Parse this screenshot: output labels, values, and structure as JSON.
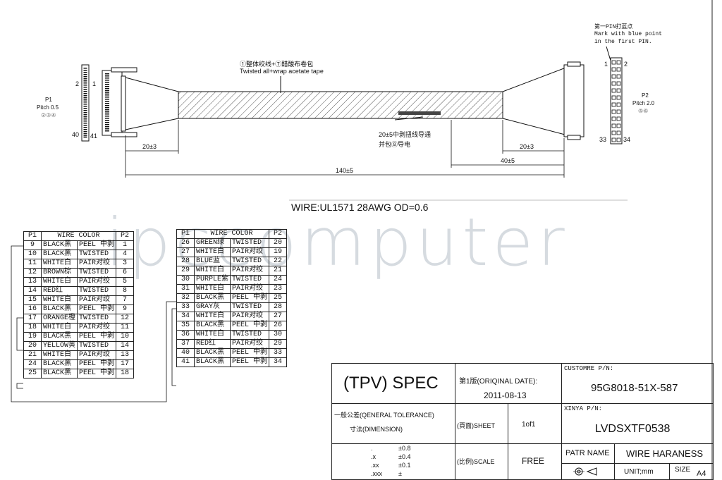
{
  "notes": {
    "twist_cn": "①整体绞线+⑦醋酸布卷包",
    "twist_en": "Twisted all+wrap acetate tape",
    "pin_mark_cn": "第一PIN打蓝点",
    "pin_mark_en1": "Mark with blue point",
    "pin_mark_en2": "in the first PIN.",
    "middle_cn1": "20±5中剥扭线导通",
    "middle_cn2": "并包⑧导电"
  },
  "p1": {
    "name": "P1",
    "pitch": "Pitch 0.5",
    "parts": "②③④",
    "pin_top_a": "2",
    "pin_top_b": "1",
    "pin_bot_a": "40",
    "pin_bot_b": "41"
  },
  "p2": {
    "name": "P2",
    "pitch": "Pitch 2.0",
    "parts": "⑤⑥",
    "pin_top_a": "1",
    "pin_top_b": "2",
    "pin_bot_a": "33",
    "pin_bot_b": "34"
  },
  "dims": {
    "left_strip": "20±3",
    "right_strip": "20±3",
    "right_40": "40±5",
    "total": "140±5"
  },
  "wire_spec": "WIRE:UL1571 28AWG OD=0.6",
  "watermark": "ipccomputer",
  "table_header": {
    "p1": "P1",
    "color": "WIRE COLOR",
    "p2": "P2"
  },
  "left_rows": [
    {
      "p1": "9",
      "color": "BLACK黑",
      "type": "PEEL 中剥",
      "p2": "1"
    },
    {
      "p1": "10",
      "color": "BLACK黑",
      "type": "TWISTED",
      "p2": "4"
    },
    {
      "p1": "11",
      "color": "WHITE白",
      "type": "PAIR对绞",
      "p2": "3"
    },
    {
      "p1": "12",
      "color": "BROWN棕",
      "type": "TWISTED",
      "p2": "6"
    },
    {
      "p1": "13",
      "color": "WHITE白",
      "type": "PAIR对绞",
      "p2": "5"
    },
    {
      "p1": "14",
      "color": "RED红",
      "type": "TWISTED",
      "p2": "8"
    },
    {
      "p1": "15",
      "color": "WHITE白",
      "type": "PAIR对绞",
      "p2": "7"
    },
    {
      "p1": "16",
      "color": "BLACK黑",
      "type": "PEEL 中剥",
      "p2": "9"
    },
    {
      "p1": "17",
      "color": "ORANGE橙",
      "type": "TWISTED",
      "p2": "12"
    },
    {
      "p1": "18",
      "color": "WHITE白",
      "type": "PAIR对绞",
      "p2": "11"
    },
    {
      "p1": "19",
      "color": "BLACK黑",
      "type": "PEEL 中剥",
      "p2": "10"
    },
    {
      "p1": "20",
      "color": "YELLOW黄",
      "type": "TWISTED",
      "p2": "14"
    },
    {
      "p1": "21",
      "color": "WHITE白",
      "type": "PAIR对绞",
      "p2": "13"
    },
    {
      "p1": "24",
      "color": "BLACK黑",
      "type": "PEEL 中剥",
      "p2": "17"
    },
    {
      "p1": "25",
      "color": "BLACK黑",
      "type": "PEEL 中剥",
      "p2": "18"
    }
  ],
  "right_rows": [
    {
      "p1": "26",
      "color": "GREEN绿",
      "type": "TWISTED",
      "p2": "20"
    },
    {
      "p1": "27",
      "color": "WHITE白",
      "type": "PAIR对绞",
      "p2": "19"
    },
    {
      "p1": "28",
      "color": "BLUE蓝",
      "type": "TWISTED",
      "p2": "22"
    },
    {
      "p1": "29",
      "color": "WHITE白",
      "type": "PAIR对绞",
      "p2": "21"
    },
    {
      "p1": "30",
      "color": "PURPLE紫",
      "type": "TWISTED",
      "p2": "24"
    },
    {
      "p1": "31",
      "color": "WHITE白",
      "type": "PAIR对绞",
      "p2": "23"
    },
    {
      "p1": "32",
      "color": "BLACK黑",
      "type": "PEEL 中剥",
      "p2": "25"
    },
    {
      "p1": "33",
      "color": "GRAY灰",
      "type": "TWISTED",
      "p2": "28"
    },
    {
      "p1": "34",
      "color": "WHITE白",
      "type": "PAIR对绞",
      "p2": "27"
    },
    {
      "p1": "35",
      "color": "BLACK黑",
      "type": "PEEL 中剥",
      "p2": "26"
    },
    {
      "p1": "36",
      "color": "WHITE白",
      "type": "TWISTED",
      "p2": "30"
    },
    {
      "p1": "37",
      "color": "RED红",
      "type": "PAIR对绞",
      "p2": "29"
    },
    {
      "p1": "40",
      "color": "BLACK黑",
      "type": "PEEL 中剥",
      "p2": "33"
    },
    {
      "p1": "41",
      "color": "BLACK黑",
      "type": "PEEL 中剥",
      "p2": "34"
    }
  ],
  "title_block": {
    "spec": "(TPV) SPEC",
    "version_label": "第1版(ORIQINAL DATE):",
    "date": "2011-08-13",
    "customer_pn_label": "CUSTOMRE P/N:",
    "customer_pn": "95G8018-51X-587",
    "tolerance_label1": "一般公差(QENERAL TOLERANCE)",
    "tolerance_label2": "寸法(DIMENSION)",
    "sheet_label": "(頁面)SHEET",
    "sheet_value": "1of1",
    "xinya_pn_label": "XINYA P/N:",
    "xinya_pn": "LVDSXTF0538",
    "tol_rows": [
      {
        "k": ".",
        "v": "±0.8"
      },
      {
        "k": ".x",
        "v": "±0.4"
      },
      {
        "k": ".xx",
        "v": "±0.1"
      },
      {
        "k": ".xxx",
        "v": "±"
      }
    ],
    "scale_label": "(比例)SCALE",
    "scale_value": "FREE",
    "part_name_label": "PATR NAME",
    "part_name": "WIRE HARANESS",
    "unit": "UNIT;mm",
    "size_label": "SIZE",
    "size_value": "A4"
  }
}
